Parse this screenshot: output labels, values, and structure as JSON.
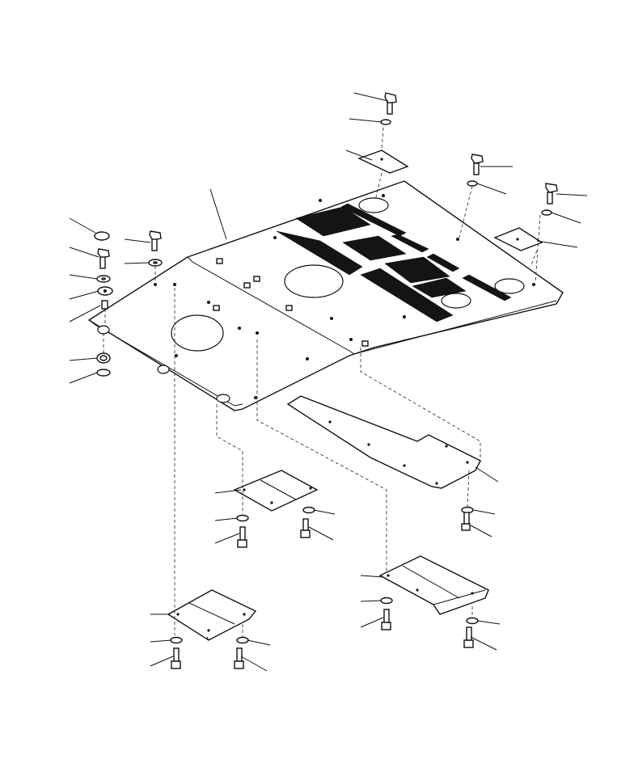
{
  "diagram": {
    "view": "exploded-isometric",
    "line_color": "#111111",
    "background": "#ffffff",
    "parts": [
      "main-floor-plate",
      "access-cover-rear",
      "access-cover-right",
      "side-undercover",
      "lower-cover-left",
      "lower-cover-center",
      "lower-cover-right",
      "bolt",
      "washer",
      "rubber-mount",
      "spacer-collar"
    ]
  }
}
